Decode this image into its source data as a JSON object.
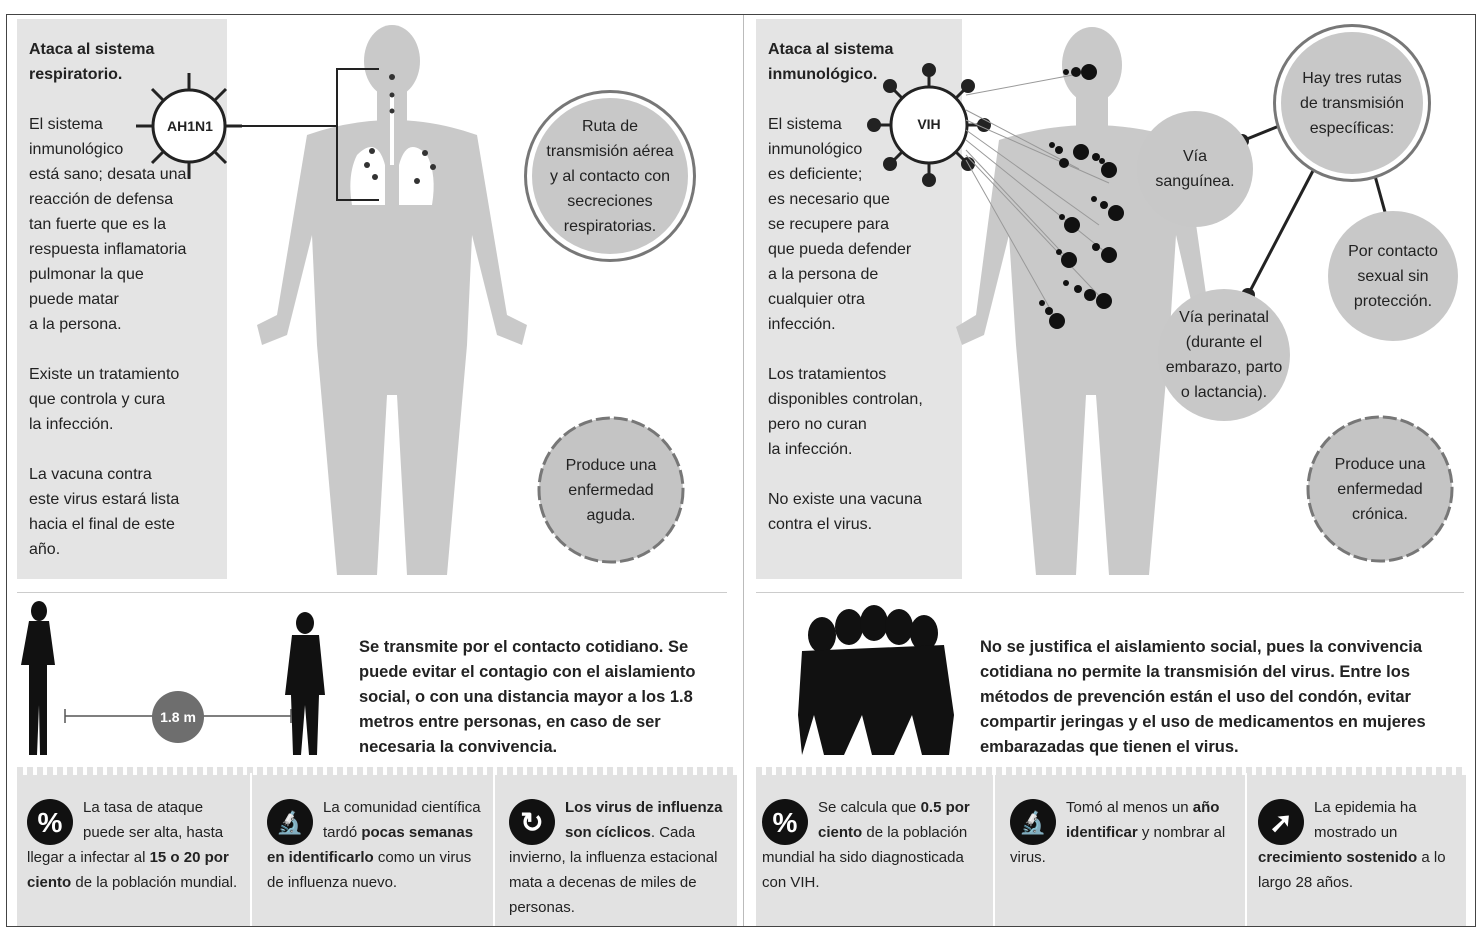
{
  "left": {
    "side_title": "Ataca al sistema\nrespiratorio.",
    "side_p1": "El sistema\ninmunológico\nestá sano; desata una\nreacción de defensa\ntan fuerte que es la\nrespuesta inflamatoria\npulmonar la que\npuede matar\na la persona.",
    "side_p2": "Existe un tratamiento\nque controla y cura\nla infección.",
    "side_p3": "La vacuna contra\neste virus estará lista\nhacia el final de este\naño.",
    "virus_label": "AH1N1",
    "route_circle": "Ruta de\ntransmisión aérea\ny al contacto con\nsecreciones\nrespiratorias.",
    "disease_circle": "Produce una\nenfermedad\naguda.",
    "distance_label": "1.8 m",
    "transmission_text": "Se transmite por el contacto cotidiano. Se puede evitar el contagio con el aislamiento social, o con una distancia mayor a los 1.8 metros entre personas, en caso de ser necesaria la convivencia.",
    "stats": [
      {
        "icon": "percent-icon",
        "glyph": "%",
        "pre": "La tasa de ataque puede ser alta, hasta llegar a infectar al ",
        "bold": "15 o 20 por ciento",
        "post": " de la población mundial."
      },
      {
        "icon": "microscope-icon",
        "glyph": "🔬",
        "pre": "La comunidad científica tardó ",
        "bold": "pocas semanas en identificarlo",
        "post": " como un virus de influenza nuevo."
      },
      {
        "icon": "cycle-icon",
        "glyph": "↻",
        "pre": "",
        "bold": "Los virus de influenza son cíclicos",
        "post": ". Cada invierno, la influenza estacional mata a decenas de miles de personas."
      }
    ]
  },
  "right": {
    "side_title": "Ataca al sistema\ninmunológico.",
    "side_p1": "El sistema\ninmunológico\nes deficiente;\nes necesario que\nse recupere para\nque pueda defender\na la persona de\ncualquier otra\ninfección.",
    "side_p2": "Los tratamientos\ndisponibles controlan,\npero no curan\nla infección.",
    "side_p3": "No existe una vacuna\ncontra el virus.",
    "virus_label": "VIH",
    "routes_main": "Hay tres rutas\nde transmisión\nespecíficas:",
    "route_blood": "Vía\nsanguínea.",
    "route_sexual": "Por contacto\nsexual sin\nprotección.",
    "route_perinatal": "Vía perinatal\n(durante el\nembarazo, parto\no lactancia).",
    "disease_circle": "Produce una\nenfermedad\ncrónica.",
    "isolation_text": "No se justifica el aislamiento social, pues la convivencia cotidiana no permite la transmisión del virus. Entre los métodos de prevención están el uso del condón, evitar compartir jeringas y el uso de medicamentos en mujeres embarazadas que tienen el virus.",
    "stats": [
      {
        "icon": "percent-icon",
        "glyph": "%",
        "pre": "Se calcula que ",
        "bold": "0.5 por ciento",
        "post": " de la población mundial ha sido diagnosticada con VIH."
      },
      {
        "icon": "microscope-icon",
        "glyph": "🔬",
        "pre": "Tomó al menos un ",
        "bold": "año identificar",
        "post": " y nombrar al virus."
      },
      {
        "icon": "arrow-up-right-icon",
        "glyph": "➚",
        "pre": "La epidemia ha mostrado un ",
        "bold": "crecimiento sostenido",
        "post": " a lo largo 28 años."
      }
    ]
  }
}
